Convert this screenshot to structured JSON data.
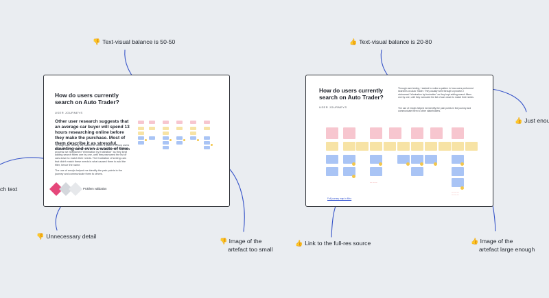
{
  "annotations": {
    "balance_left": "Text-visual balance is 50-50",
    "balance_right": "Text-visual balance is 20-80",
    "much_text": "ch text",
    "just_enough": "Just enoug",
    "unnecessary_detail": "Unnecessary detail",
    "image_small_line1": "Image of the",
    "image_small_line2": "artefact too small",
    "link_source": "Link to the full-res source",
    "image_large_line1": "Image of the",
    "image_large_line2": "artefact large enough"
  },
  "left_card": {
    "title": "How do users currently search on Auto Trader?",
    "subtitle": "USER JOURNEYS",
    "lead": "Other user research suggests that an average car buyer will spend 13 hours researching online before they make the purchase. Most of them describe it as stressful, daunting and even a waste of time.",
    "body1": "Through user testing, we started to notice a pattern in how users performed searches on Auto Trader. They usually went through a process we nicknamed \"elimination by frustration\" as they kept adding search filters one by one, until they narrowed the list of cars down to match their needs. The frustration of seeing cars that didn't match these needs is what caused them to add the filter, hence the name.",
    "body2": "The use of emojis helped me identify the pain points in the journey and communicate them to others.",
    "footer_label": "Problem validation"
  },
  "right_card": {
    "title": "How do users currently search on Auto Trader?",
    "subtitle": "USER JOURNEYS",
    "body1": "Through user testing, I started to notice a pattern in how users performed searches on Auto Trader. They usually went through a process I nicknamed \"elimination by frustration\" as they kept adding search filters one by one, until they narrowed the list of cars down to match their needs.",
    "body2": "The use of emojis helped me identify the pain points in the journey and communicate them to other stakeholders.",
    "link": "Full journey map in Miro"
  },
  "colors": {
    "thumbs_up": "#f2b33a",
    "thumbs_down": "#f2b33a",
    "arrow": "#3452c8",
    "note_pink": "#f7c6cf",
    "note_yellow": "#f7e3a5",
    "note_blue": "#a9c4f5",
    "accent_pink": "#e5477a"
  }
}
